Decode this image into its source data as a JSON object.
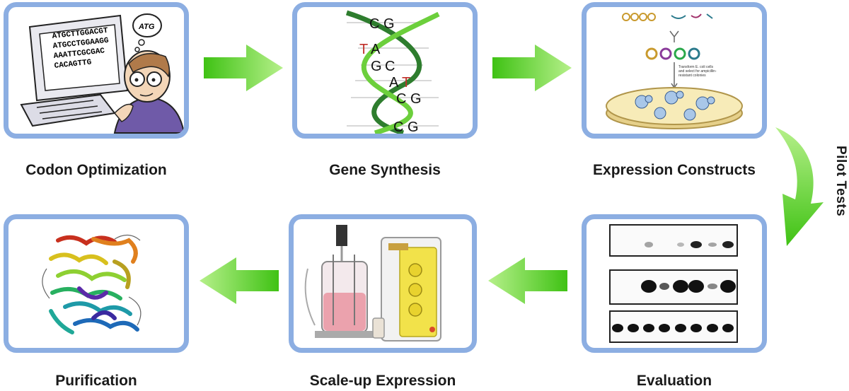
{
  "steps": [
    {
      "label": "Codon Optimization"
    },
    {
      "label": "Gene Synthesis"
    },
    {
      "label": "Expression Constructs"
    },
    {
      "label": "Evaluation"
    },
    {
      "label": "Scale-up Expression"
    },
    {
      "label": "Purification"
    }
  ],
  "codon": {
    "sequence_lines": [
      "ATGCTTGGACGT",
      "ATGCCTGGAAGG",
      "AAATTCGCGAC",
      "CACAGTTG"
    ],
    "thought": "ATG"
  },
  "dna": {
    "pairs": [
      {
        "left": "C",
        "right": "G"
      },
      {
        "left": "T",
        "right": "A"
      },
      {
        "left": "G",
        "right": "C"
      },
      {
        "left": "A",
        "right": "T"
      },
      {
        "left": "C",
        "right": "G"
      },
      {
        "left": "C",
        "right": "G"
      }
    ]
  },
  "construct_note": [
    "Transform E. coli cells",
    "and select for ampicillin-",
    "resistant colonies"
  ],
  "pilot_tests_label": "Pilot Tests",
  "colors": {
    "frame": "#8caee2",
    "arrow_green": "#4ccf1f",
    "arrow_light": "#c8f5a0",
    "dna_dark": "#2e7d2e",
    "dna_light": "#6ccf3c",
    "base_red": "#c0302a"
  }
}
